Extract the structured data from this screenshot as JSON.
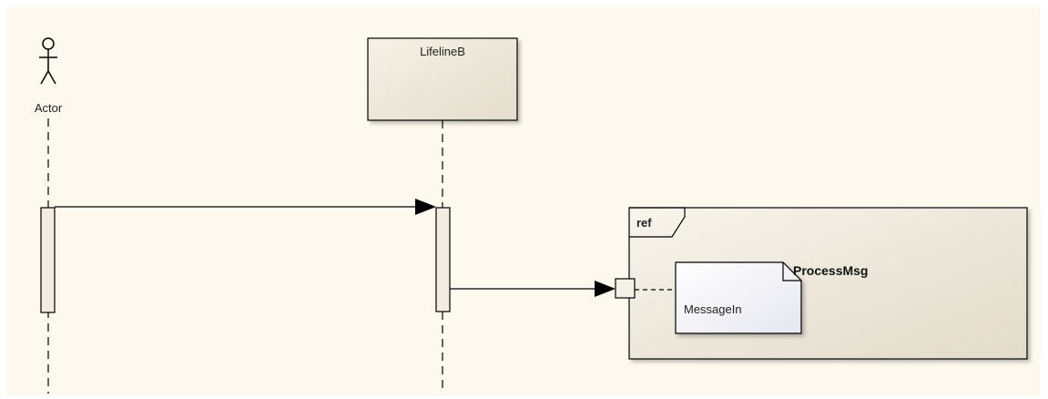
{
  "diagram": {
    "actor_label": "Actor",
    "lifeline_label": "LifelineB",
    "ref_label": "ref",
    "interaction_name": "ProcessMsg",
    "note_text": "MessageIn"
  },
  "colors": {
    "canvas_bg": "#fdf9ee",
    "lifeline_fill_light": "#f6f1e6",
    "lifeline_fill_dark": "#e4ddcd",
    "activation_fill": "#f3ece0",
    "frame_fill_light": "#f8f4ec",
    "frame_fill_dark": "#e2dbca",
    "note_fill_light": "#ffffff",
    "note_fill_dark": "#e6e6f0",
    "stroke": "#000000"
  }
}
